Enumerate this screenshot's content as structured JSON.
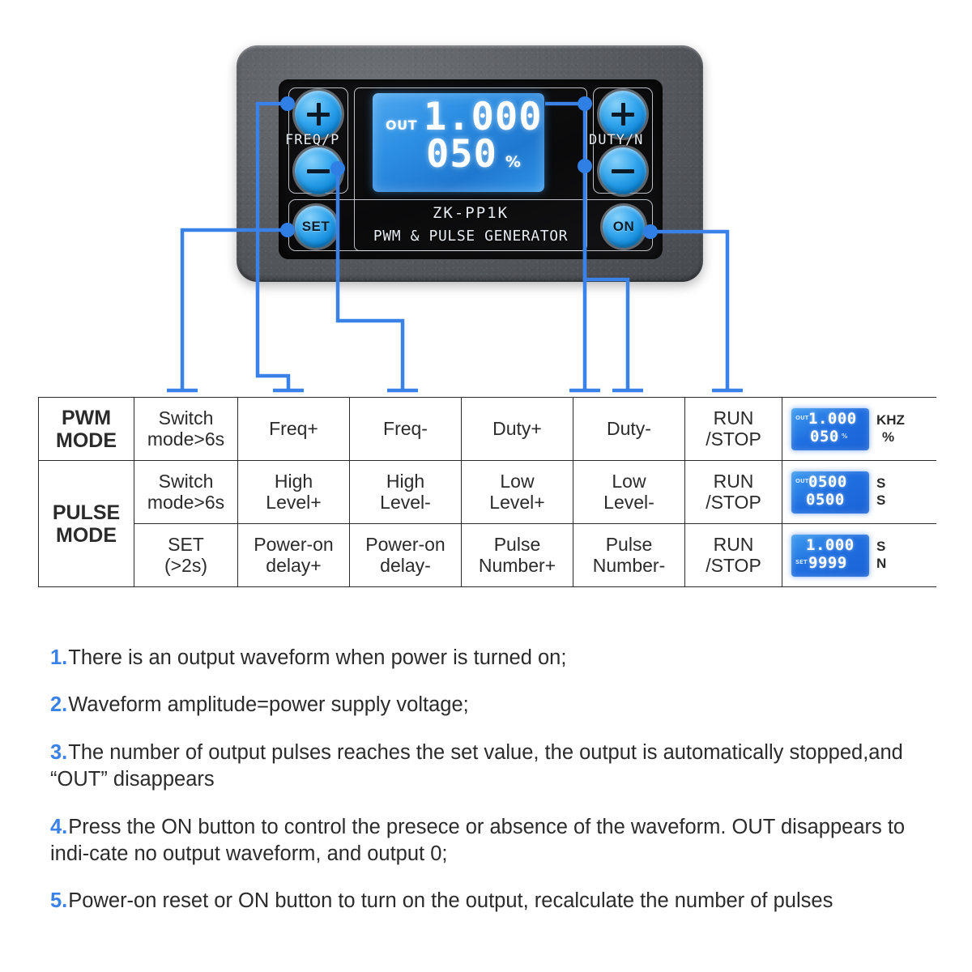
{
  "device": {
    "model": "ZK-PP1K",
    "title": "PWM & PULSE GENERATOR",
    "label_left": "FREQ/P",
    "label_right": "DUTY/N",
    "buttons": {
      "freq_plus": "+",
      "freq_minus": "−",
      "set": "SET",
      "duty_plus": "+",
      "duty_minus": "−",
      "on": "ON"
    },
    "lcd": {
      "tag": "OUT",
      "value_top": "1.000",
      "value_bottom": "050",
      "unit_bottom": "%"
    },
    "accent_color": "#3b82e8",
    "button_color": "#2b9ae8",
    "lcd_color": "#2d8fe3"
  },
  "table": {
    "rows": [
      {
        "mode": "PWM\nMODE",
        "mode_rowspan": 1,
        "cells": [
          "Switch\nmode>6s",
          "Freq+",
          "Freq-",
          "Duty+",
          "Duty-",
          "RUN\n/STOP"
        ],
        "screen": {
          "tag_top": "OUT",
          "value_top": "1.000",
          "tag_bottom": "",
          "value_bottom": "050",
          "pct": "%",
          "unit_1": "KHZ",
          "unit_2": "%"
        }
      },
      {
        "mode": "PULSE\nMODE",
        "mode_rowspan": 2,
        "cells": [
          "Switch\nmode>6s",
          "High\nLevel+",
          "High\nLevel-",
          "Low\nLevel+",
          "Low\nLevel-",
          "RUN\n/STOP"
        ],
        "screen": {
          "tag_top": "OUT",
          "value_top": "0500",
          "tag_bottom": "",
          "value_bottom": "0500",
          "pct": "",
          "unit_1": "S",
          "unit_2": "S"
        }
      },
      {
        "mode": "",
        "mode_rowspan": 0,
        "cells": [
          "SET\n(>2s)",
          "Power-on\ndelay+",
          "Power-on\ndelay-",
          "Pulse\nNumber+",
          "Pulse\nNumber-",
          "RUN\n/STOP"
        ],
        "screen": {
          "tag_top": "",
          "value_top": "1.000",
          "tag_bottom": "SET",
          "value_bottom": "9999",
          "pct": "",
          "unit_1": "S",
          "unit_2": "N"
        }
      }
    ]
  },
  "notes": [
    {
      "num": "1.",
      "text": "There is an output waveform when power is turned on;"
    },
    {
      "num": "2.",
      "text": "Waveform amplitude=power supply voltage;"
    },
    {
      "num": "3.",
      "text": "The number of output pulses reaches the set value, the output is automatically stopped,and “OUT” disappears"
    },
    {
      "num": "4.",
      "text": "Press the ON button to control the presece or absence of the waveform. OUT disappears to indi-cate no output waveform, and output 0;"
    },
    {
      "num": "5.",
      "text": "Power-on reset or ON button to turn on the output, recalculate the number of pulses"
    }
  ]
}
